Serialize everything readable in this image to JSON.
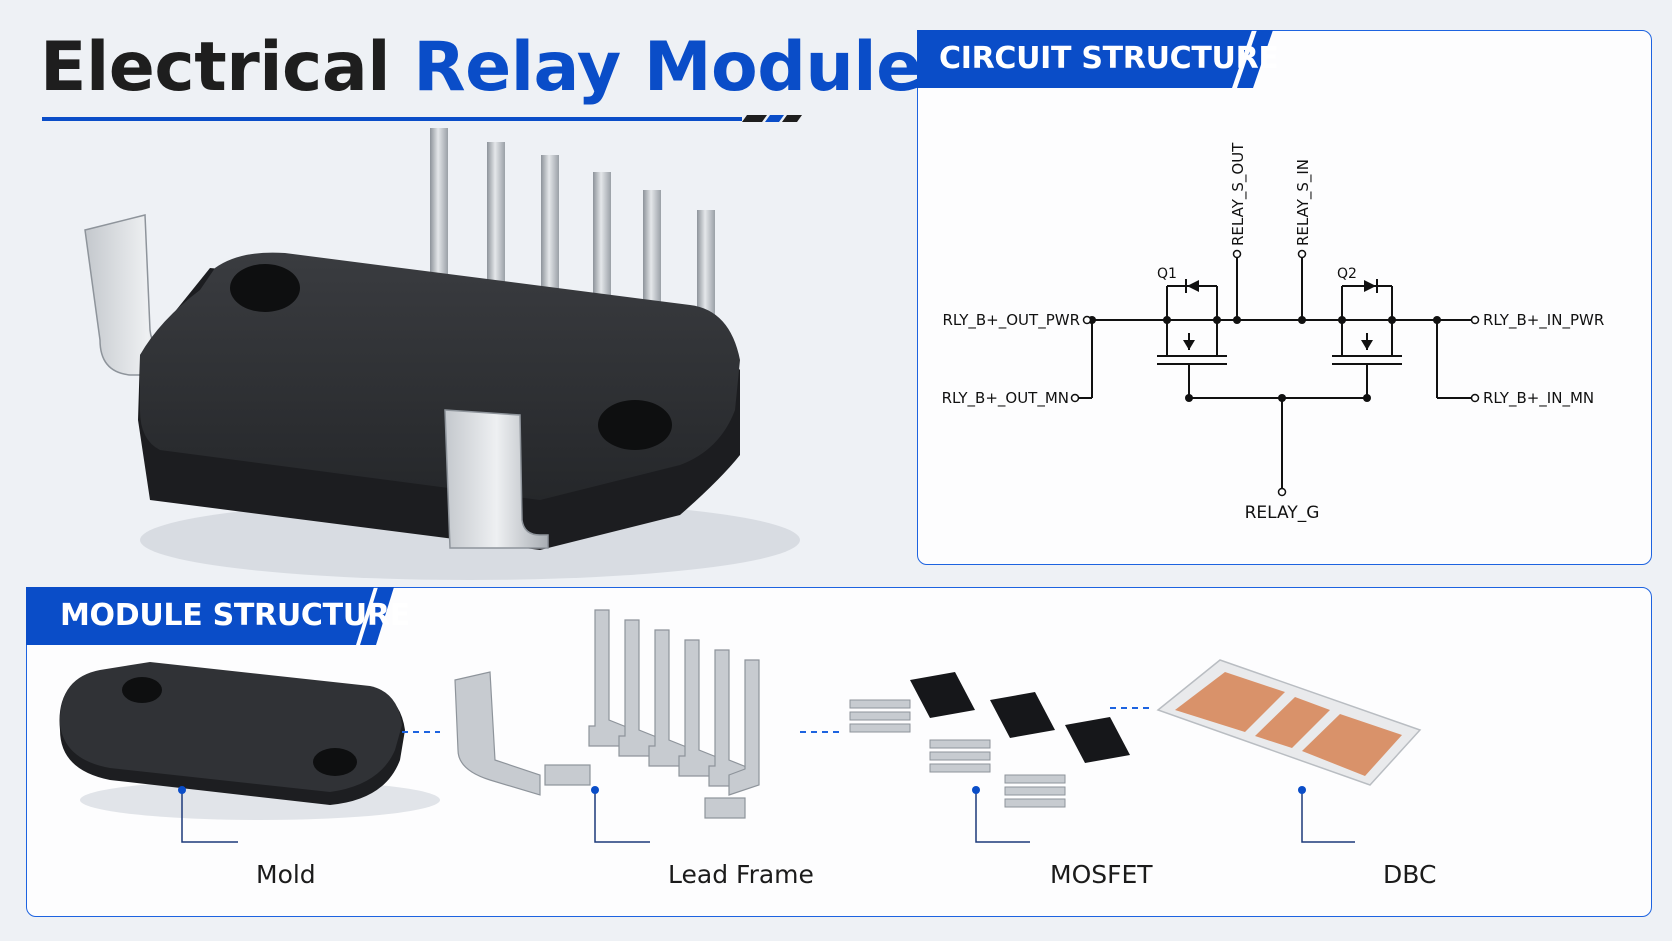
{
  "title": {
    "part1": "Electrical",
    "part2": "Relay Module"
  },
  "colors": {
    "accent": "#0a4dc8",
    "panel_border": "#1d63e0",
    "dark": "#1e1e1e",
    "copper": "#d9926a"
  },
  "circuit_panel": {
    "tag": "CIRCUIT STRUCTURE",
    "labels": {
      "out_pwr": "RLY_B+_OUT_PWR",
      "out_mn": "RLY_B+_OUT_MN",
      "in_pwr": "RLY_B+_IN_PWR",
      "in_mn": "RLY_B+_IN_MN",
      "s_out": "RELAY_S_OUT",
      "s_in": "RELAY_S_IN",
      "gate": "RELAY_G",
      "q1": "Q1",
      "q2": "Q2"
    }
  },
  "module_panel": {
    "tag": "MODULE STRUCTURE",
    "components": [
      {
        "label": "Mold"
      },
      {
        "label": "Lead Frame"
      },
      {
        "label": "MOSFET"
      },
      {
        "label": "DBC"
      }
    ]
  }
}
